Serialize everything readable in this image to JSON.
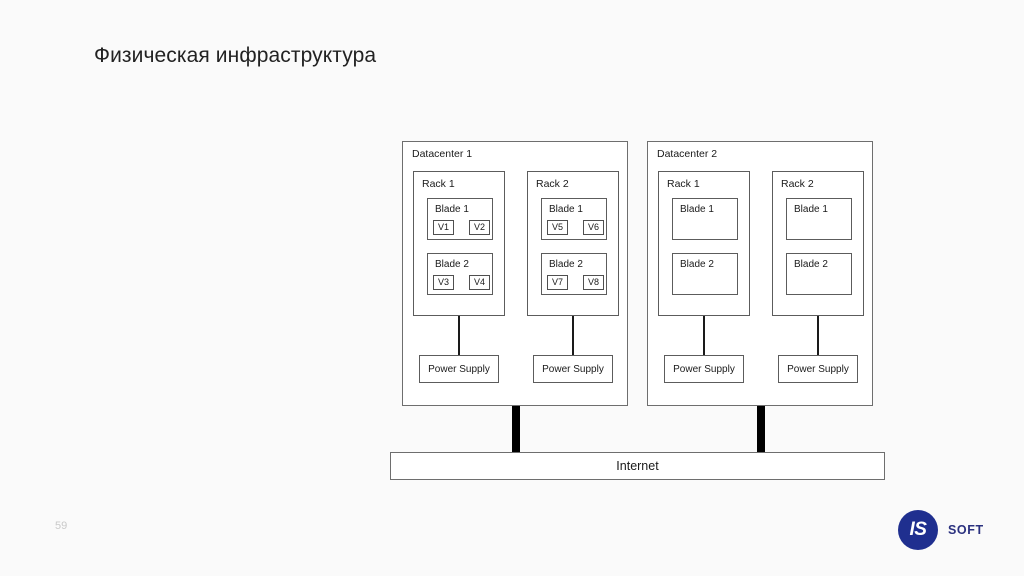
{
  "slide": {
    "title": "Физическая инфраструктура",
    "page_number": "59",
    "background_color": "#fafafa"
  },
  "brand": {
    "mark_text": "IS",
    "name": "SOFT",
    "mark_color": "#1f2f8f",
    "text_color": "#2b317f"
  },
  "diagram": {
    "type": "infrastructure-topology",
    "internet": {
      "label": "Internet"
    },
    "datacenters": [
      {
        "label": "Datacenter 1",
        "racks": [
          {
            "label": "Rack 1",
            "blades": [
              {
                "label": "Blade 1",
                "vms": [
                  "V1",
                  "V2"
                ]
              },
              {
                "label": "Blade 2",
                "vms": [
                  "V3",
                  "V4"
                ]
              }
            ],
            "power_supply": {
              "label": "Power Supply"
            }
          },
          {
            "label": "Rack 2",
            "blades": [
              {
                "label": "Blade 1",
                "vms": [
                  "V5",
                  "V6"
                ]
              },
              {
                "label": "Blade 2",
                "vms": [
                  "V7",
                  "V8"
                ]
              }
            ],
            "power_supply": {
              "label": "Power Supply"
            }
          }
        ]
      },
      {
        "label": "Datacenter 2",
        "racks": [
          {
            "label": "Rack 1",
            "blades": [
              {
                "label": "Blade 1",
                "vms": []
              },
              {
                "label": "Blade 2",
                "vms": []
              }
            ],
            "power_supply": {
              "label": "Power Supply"
            }
          },
          {
            "label": "Rack 2",
            "blades": [
              {
                "label": "Blade 1",
                "vms": []
              },
              {
                "label": "Blade 2",
                "vms": []
              }
            ],
            "power_supply": {
              "label": "Power Supply"
            }
          }
        ]
      }
    ]
  }
}
